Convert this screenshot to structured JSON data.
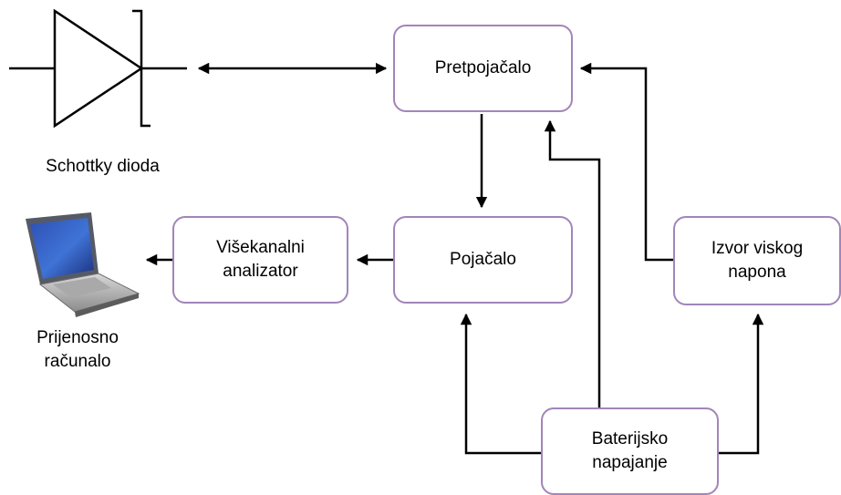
{
  "blocks": {
    "pretpojacalo": "Pretpojačalo",
    "pojacalo": "Pojačalo",
    "visekanalni": "Višekanalni\nanalizator",
    "izvor": "Izvor viskog\nnapona",
    "baterijsko": "Baterijsko\nnapajanje"
  },
  "captions": {
    "schottky": "Schottky dioda",
    "laptop": "Prijenosno\nračunalo"
  },
  "icons": {
    "diode": "schottky-diode-symbol",
    "laptop": "laptop-computer"
  },
  "colors": {
    "box_border": "#a285b9",
    "arrow": "#000000"
  }
}
